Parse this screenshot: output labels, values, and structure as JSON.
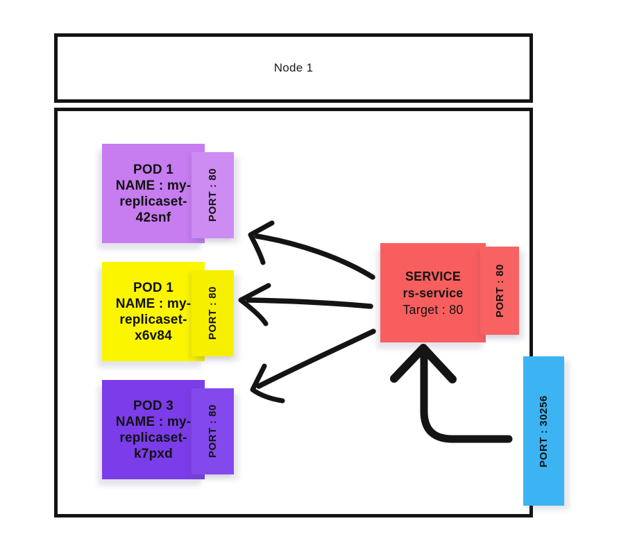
{
  "node": {
    "label": "Node 1"
  },
  "pods": [
    {
      "title": "POD 1",
      "name_line1": "NAME : my-",
      "name_line2": "replicaset-",
      "name_line3": "42snf",
      "port_label": "PORT : 80",
      "color": "#c77cf0",
      "tab_color": "#cd8cf2"
    },
    {
      "title": "POD 1",
      "name_line1": "NAME : my-",
      "name_line2": "replicaset-",
      "name_line3": "x6v84",
      "port_label": "PORT : 80",
      "color": "#fbf500",
      "tab_color": "#f6ef00"
    },
    {
      "title": "POD 3",
      "name_line1": "NAME : my-",
      "name_line2": "replicaset-",
      "name_line3": "k7pxd",
      "port_label": "PORT : 80",
      "color": "#7b3ce9",
      "tab_color": "#8449ec"
    }
  ],
  "service": {
    "title": "SERVICE",
    "name": "rs-service",
    "target": "Target : 80",
    "port_label": "PORT : 80",
    "color": "#f85e5e",
    "tab_color": "#f96262"
  },
  "node_port": {
    "label": "PORT : 30256",
    "color": "#3cb4f3"
  },
  "colors": {
    "outline": "#141414",
    "arrow": "#141414"
  }
}
